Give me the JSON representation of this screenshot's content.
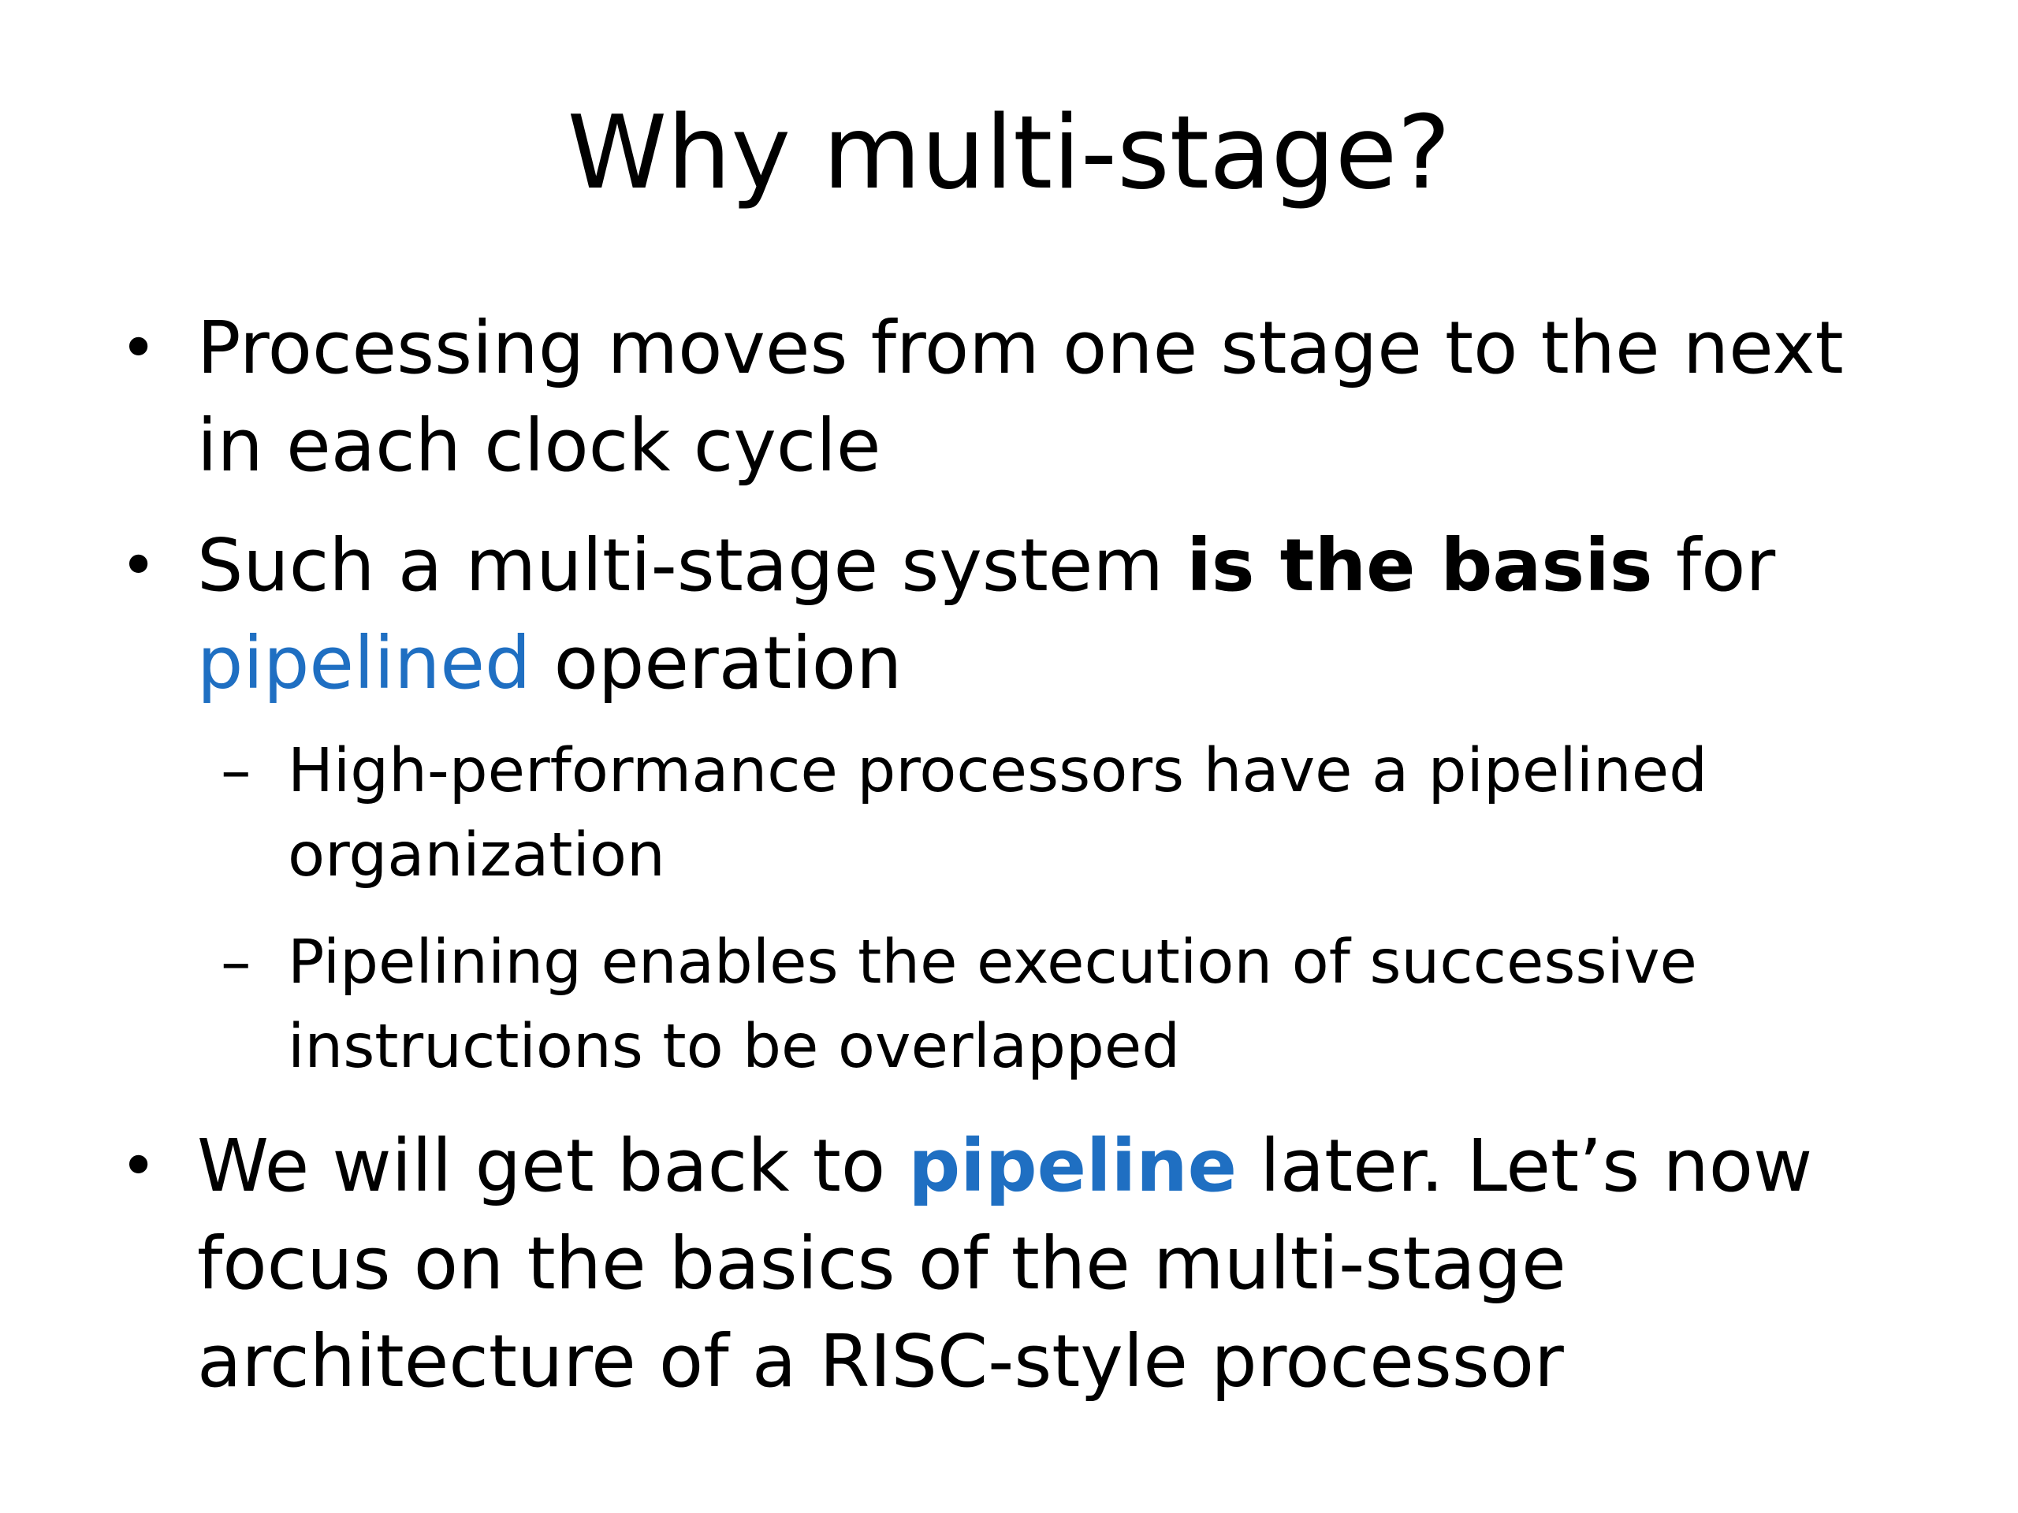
{
  "slide": {
    "title": "Why multi-stage?",
    "accent_color": "#1f6fc2",
    "bullets": {
      "b1": {
        "marker": "•",
        "line1": "Processing moves from one stage to the next",
        "line2": "in each clock cycle"
      },
      "b2": {
        "marker": "•",
        "l1_text": "Such a multi-stage system ",
        "l1_bold": "is the basis",
        "l1_after": " for",
        "l2_link": "pipelined",
        "l2_after": " operation",
        "sub1": {
          "marker": "–",
          "line1": "High-performance processors have a pipelined",
          "line2": "organization"
        },
        "sub2": {
          "marker": "–",
          "line1": "Pipelining enables the execution of successive",
          "line2": "instructions to be overlapped"
        }
      },
      "b3": {
        "marker": "•",
        "l1_text": "We will get back to ",
        "l1_link": "pipeline",
        "l1_after": " later. Let’s now",
        "line2": "focus on the basics of the multi-stage",
        "line3": "architecture of a RISC-style processor"
      }
    }
  }
}
